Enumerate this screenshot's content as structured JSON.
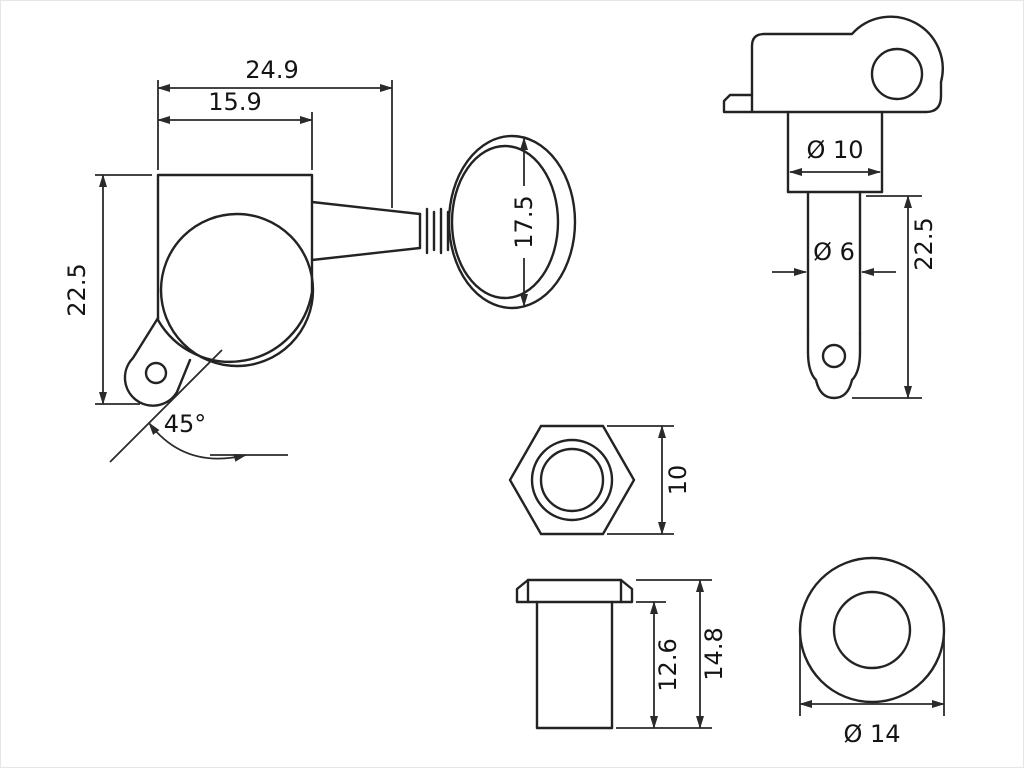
{
  "drawing": {
    "side_view": {
      "dim_total_width": "24.9",
      "dim_housing_width": "15.9",
      "dim_housing_height": "22.5",
      "dim_ear_angle": "45°",
      "dim_button_height": "17.5"
    },
    "front_view": {
      "dim_upper_dia": "Ø 10",
      "dim_post_dia": "Ø 6",
      "dim_post_height": "22.5"
    },
    "nut": {
      "dim_size": "10"
    },
    "bushing": {
      "dim_body_height": "12.6",
      "dim_total_height": "14.8"
    },
    "washer": {
      "dim_outer_dia": "Ø 14"
    }
  }
}
